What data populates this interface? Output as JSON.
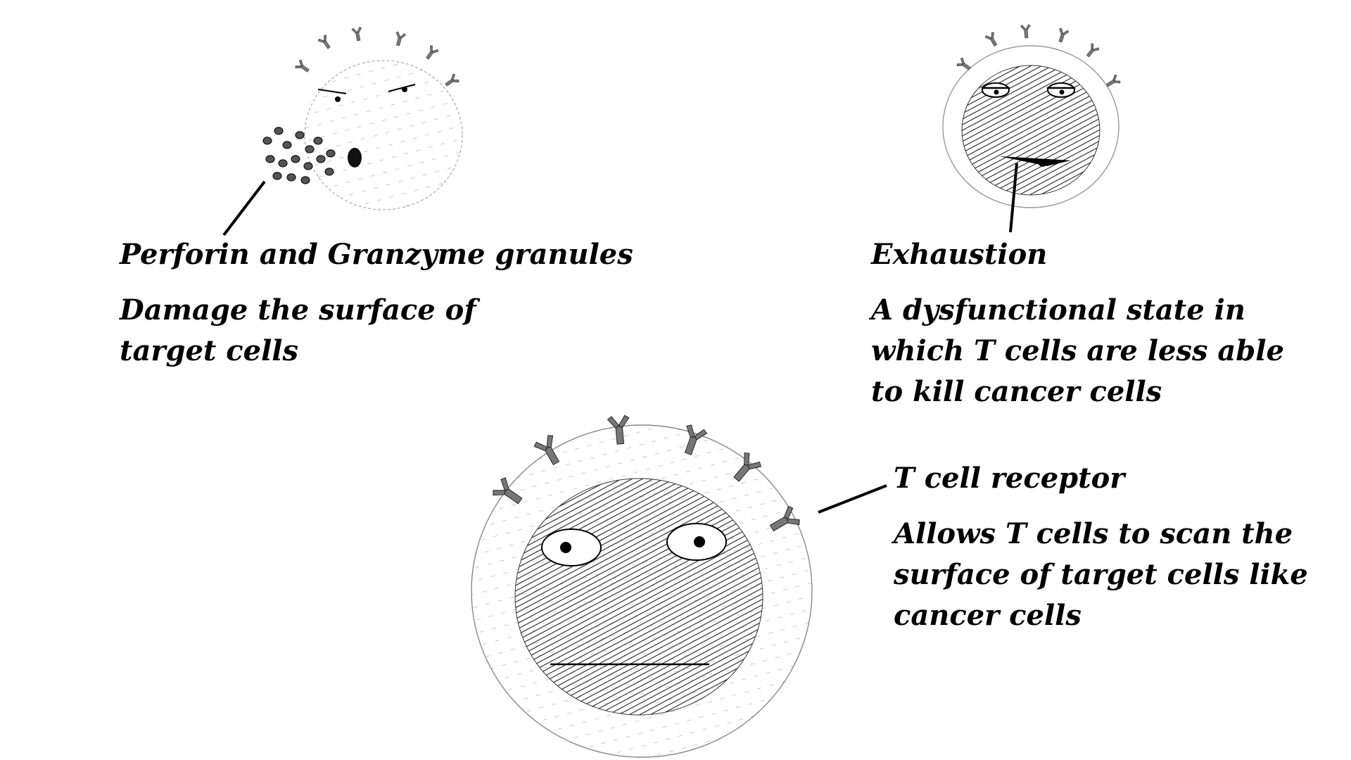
{
  "annotations": {
    "perforin": {
      "title": "Perforin and Granzyme granules",
      "description": "Damage the surface of target cells"
    },
    "exhaustion": {
      "title": "Exhaustion",
      "description": "A dysfunctional state in which T cells are less able to kill cancer cells"
    },
    "tcr": {
      "title": "T cell receptor",
      "description": "Allows T cells to scan the surface of target cells like cancer cells"
    }
  },
  "colors": {
    "ink": "#000000",
    "background": "#ffffff",
    "shade": "#4a4a4a"
  }
}
